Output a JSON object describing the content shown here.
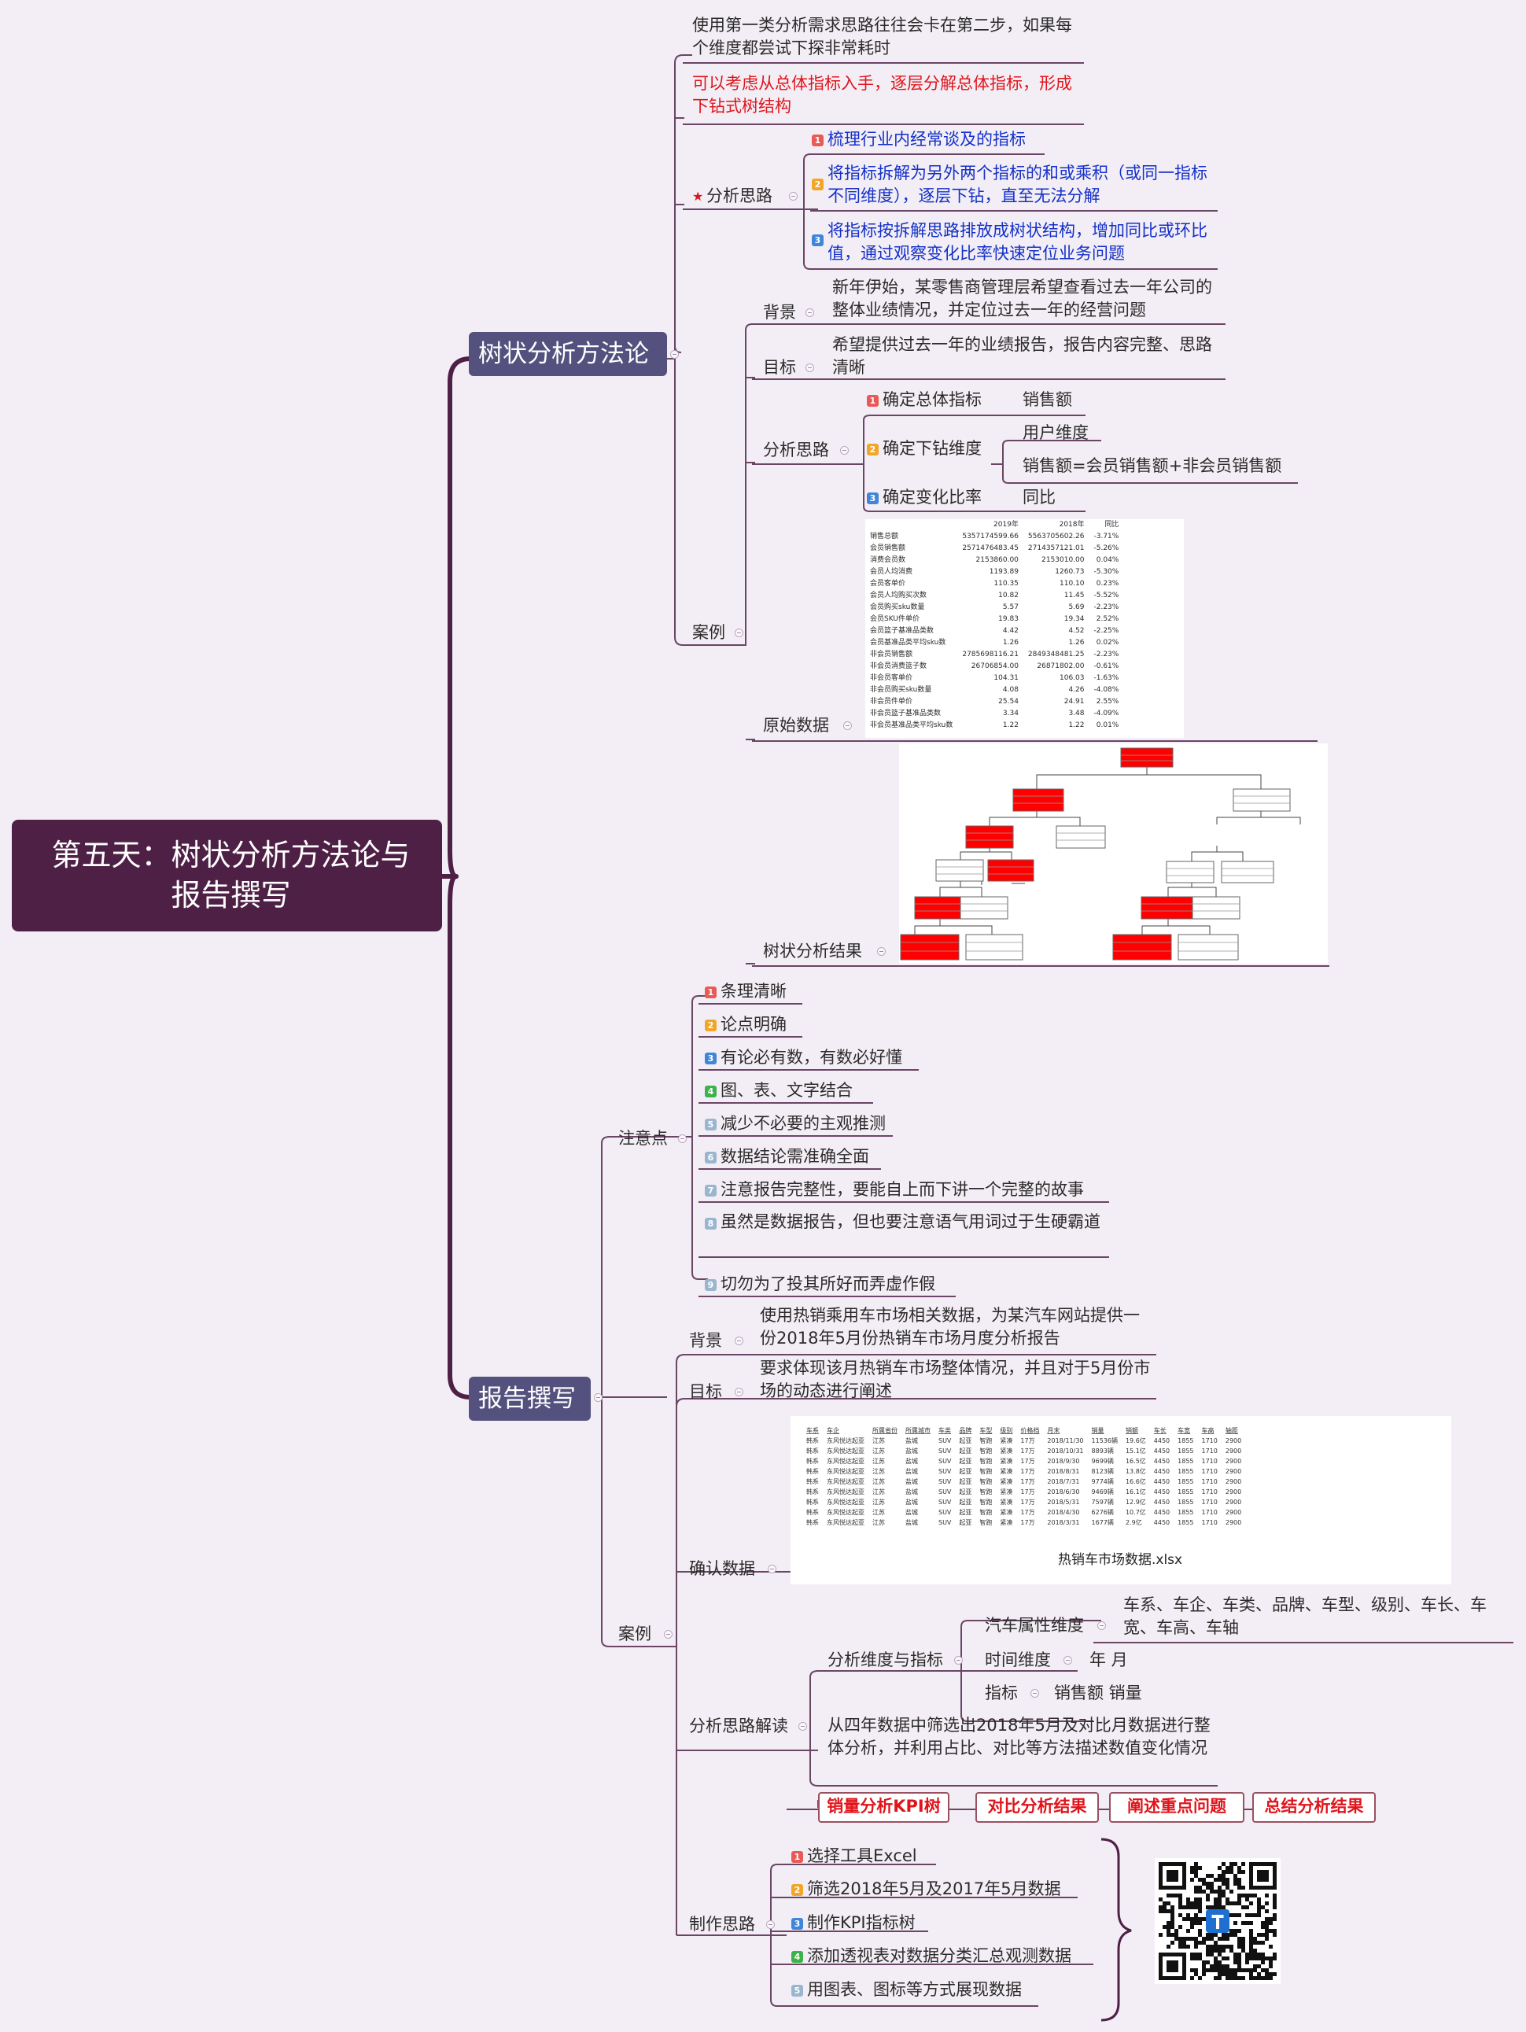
{
  "root": {
    "title": "第五天：树状分析方法论与报告撰写"
  },
  "branch1": {
    "label": "树状分析方法论",
    "notes": {
      "note1": "使用第一类分析需求思路往往会卡在第二步，如果每个维度都尝试下探非常耗时",
      "note2": "可以考虑从总体指标入手，逐层分解总体指标，形成下钻式树结构"
    },
    "thinking": {
      "label": "分析思路",
      "items": [
        {
          "n": "1",
          "text": "梳理行业内经常谈及的指标"
        },
        {
          "n": "2",
          "text": "将指标拆解为另外两个指标的和或乘积（或同一指标不同维度），逐层下钻，直至无法分解"
        },
        {
          "n": "3",
          "text": "将指标按拆解思路排放成树状结构，增加同比或环比值，通过观察变化比率快速定位业务问题"
        }
      ]
    },
    "case": {
      "label": "案例",
      "bg_label": "背景",
      "bg_text": "新年伊始，某零售商管理层希望查看过去一年公司的整体业绩情况，并定位过去一年的经营问题",
      "goal_label": "目标",
      "goal_text": "希望提供过去一年的业绩报告，报告内容完整、思路清晰",
      "thinking_label": "分析思路",
      "steps": [
        {
          "n": "1",
          "text": "确定总体指标",
          "values": [
            "销售额"
          ]
        },
        {
          "n": "2",
          "text": "确定下钻维度",
          "values": [
            "用户维度",
            "销售额=会员销售额+非会员销售额"
          ]
        },
        {
          "n": "3",
          "text": "确定变化比率",
          "values": [
            "同比"
          ]
        }
      ],
      "raw_label": "原始数据",
      "raw_table": {
        "header": [
          "",
          "2019年",
          "2018年",
          "同比"
        ],
        "rows": [
          [
            "销售总额",
            "5357174599.66",
            "5563705602.26",
            "-3.71%"
          ],
          [
            "会员销售额",
            "2571476483.45",
            "2714357121.01",
            "-5.26%"
          ],
          [
            "消费会员数",
            "2153860.00",
            "2153010.00",
            "0.04%"
          ],
          [
            "会员人均消费",
            "1193.89",
            "1260.73",
            "-5.30%"
          ],
          [
            "会员客单价",
            "110.35",
            "110.10",
            "0.23%"
          ],
          [
            "会员人均购买次数",
            "10.82",
            "11.45",
            "-5.52%"
          ],
          [
            "会员购买sku数量",
            "5.57",
            "5.69",
            "-2.23%"
          ],
          [
            "会员SKU件单价",
            "19.83",
            "19.34",
            "2.52%"
          ],
          [
            "会员篮子基准品类数",
            "4.42",
            "4.52",
            "-2.25%"
          ],
          [
            "会员基准品类平均sku数",
            "1.26",
            "1.26",
            "0.02%"
          ],
          [
            "非会员销售额",
            "2785698116.21",
            "2849348481.25",
            "-2.23%"
          ],
          [
            "非会员消费篮子数",
            "26706854.00",
            "26871802.00",
            "-0.61%"
          ],
          [
            "非会员客单价",
            "104.31",
            "106.03",
            "-1.63%"
          ],
          [
            "非会员购买sku数量",
            "4.08",
            "4.26",
            "-4.08%"
          ],
          [
            "非会员件单价",
            "25.54",
            "24.91",
            "2.55%"
          ],
          [
            "非会员篮子基准品类数",
            "3.34",
            "3.48",
            "-4.09%"
          ],
          [
            "非会员基准品类平均sku数",
            "1.22",
            "1.22",
            "0.01%"
          ]
        ]
      },
      "tree_label": "树状分析结果"
    }
  },
  "branch2": {
    "label": "报告撰写",
    "tips_label": "注意点",
    "tips": [
      {
        "n": "1",
        "text": "条理清晰"
      },
      {
        "n": "2",
        "text": "论点明确"
      },
      {
        "n": "3",
        "text": "有论必有数，有数必好懂"
      },
      {
        "n": "4",
        "text": "图、表、文字结合"
      },
      {
        "n": "5",
        "text": "减少不必要的主观推测"
      },
      {
        "n": "6",
        "text": "数据结论需准确全面"
      },
      {
        "n": "7",
        "text": "注意报告完整性，要能自上而下讲一个完整的故事"
      },
      {
        "n": "8",
        "text": "虽然是数据报告，但也要注意语气用词过于生硬霸道"
      },
      {
        "n": "9",
        "text": "切勿为了投其所好而弄虚作假"
      }
    ],
    "case": {
      "label": "案例",
      "bg_label": "背景",
      "bg_text": "使用热销乘用车市场相关数据，为某汽车网站提供一份2018年5月份热销车市场月度分析报告",
      "goal_label": "目标",
      "goal_text": "要求体现该月热销车市场整体情况，并且对于5月份市场的动态进行阐述",
      "data_label": "确认数据",
      "file_name": "热销车市场数据.xlsx",
      "car_table": {
        "header": [
          "车系",
          "车企",
          "所属省份",
          "所属城市",
          "车类",
          "品牌",
          "车型",
          "级别",
          "价格档",
          "月末",
          "销量",
          "销额",
          "车长",
          "车宽",
          "车高",
          "轴距"
        ],
        "rows": [
          [
            "韩系",
            "东风悦达起亚",
            "江苏",
            "盐城",
            "SUV",
            "起亚",
            "智跑",
            "紧凑",
            "17万",
            "2018/11/30",
            "11536辆",
            "19.6亿",
            "4450",
            "1855",
            "1710",
            "2900"
          ],
          [
            "韩系",
            "东风悦达起亚",
            "江苏",
            "盐城",
            "SUV",
            "起亚",
            "智跑",
            "紧凑",
            "17万",
            "2018/10/31",
            "8893辆",
            "15.1亿",
            "4450",
            "1855",
            "1710",
            "2900"
          ],
          [
            "韩系",
            "东风悦达起亚",
            "江苏",
            "盐城",
            "SUV",
            "起亚",
            "智跑",
            "紧凑",
            "17万",
            "2018/9/30",
            "9699辆",
            "16.5亿",
            "4450",
            "1855",
            "1710",
            "2900"
          ],
          [
            "韩系",
            "东风悦达起亚",
            "江苏",
            "盐城",
            "SUV",
            "起亚",
            "智跑",
            "紧凑",
            "17万",
            "2018/8/31",
            "8123辆",
            "13.8亿",
            "4450",
            "1855",
            "1710",
            "2900"
          ],
          [
            "韩系",
            "东风悦达起亚",
            "江苏",
            "盐城",
            "SUV",
            "起亚",
            "智跑",
            "紧凑",
            "17万",
            "2018/7/31",
            "9774辆",
            "16.6亿",
            "4450",
            "1855",
            "1710",
            "2900"
          ],
          [
            "韩系",
            "东风悦达起亚",
            "江苏",
            "盐城",
            "SUV",
            "起亚",
            "智跑",
            "紧凑",
            "17万",
            "2018/6/30",
            "9469辆",
            "16.1亿",
            "4450",
            "1855",
            "1710",
            "2900"
          ],
          [
            "韩系",
            "东风悦达起亚",
            "江苏",
            "盐城",
            "SUV",
            "起亚",
            "智跑",
            "紧凑",
            "17万",
            "2018/5/31",
            "7597辆",
            "12.9亿",
            "4450",
            "1855",
            "1710",
            "2900"
          ],
          [
            "韩系",
            "东风悦达起亚",
            "江苏",
            "盐城",
            "SUV",
            "起亚",
            "智跑",
            "紧凑",
            "17万",
            "2018/4/30",
            "6276辆",
            "10.7亿",
            "4450",
            "1855",
            "1710",
            "2900"
          ],
          [
            "韩系",
            "东风悦达起亚",
            "江苏",
            "盐城",
            "SUV",
            "起亚",
            "智跑",
            "紧凑",
            "17万",
            "2018/3/31",
            "1677辆",
            "2.9亿",
            "4450",
            "1855",
            "1710",
            "2900"
          ]
        ]
      },
      "interp_label": "分析思路解读",
      "dims_label": "分析维度与指标",
      "attr_label": "汽车属性维度",
      "attr_text": "车系、车企、车类、品牌、车型、级别、车长、车宽、车高、车轴",
      "time_label": "时间维度",
      "time_text": "年 月",
      "metric_label": "指标",
      "metric_text": "销售额 销量",
      "interp_text": "从四年数据中筛选出2018年5月及对比月数据进行整体分析，并利用占比、对比等方法描述数值变化情况",
      "flow": [
        "销量分析KPI树",
        "对比分析结果",
        "阐述重点问题",
        "总结分析结果"
      ],
      "make_label": "制作思路",
      "make_steps": [
        {
          "n": "1",
          "text": "选择工具Excel"
        },
        {
          "n": "2",
          "text": "筛选2018年5月及2017年5月数据"
        },
        {
          "n": "3",
          "text": "制作KPI指标树"
        },
        {
          "n": "4",
          "text": "添加透视表对数据分类汇总观测数据"
        },
        {
          "n": "5",
          "text": "用图表、图标等方式展现数据"
        }
      ]
    }
  },
  "colors": {
    "root": "#4f2046",
    "branch": "#54517e",
    "line": "#4f2046",
    "accent_red": "#e0141b",
    "accent_blue": "#1430c8"
  }
}
